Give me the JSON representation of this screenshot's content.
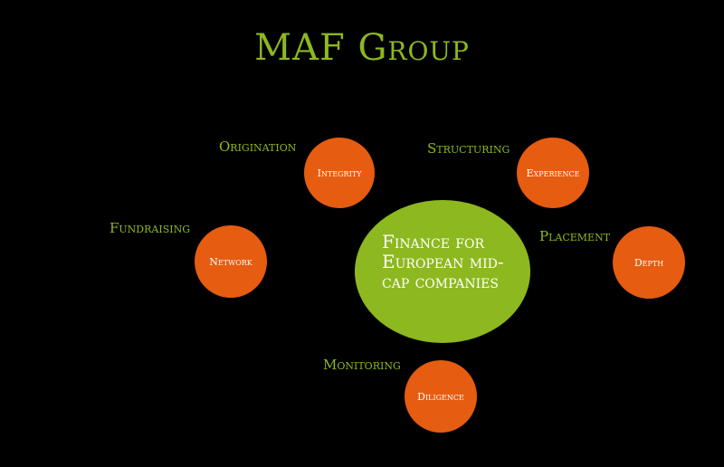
{
  "title": "MAF Group",
  "center": {
    "text": "Finance for European mid-cap companies"
  },
  "nodes": [
    {
      "id": "integrity",
      "circle": "Integrity",
      "label": "Origination"
    },
    {
      "id": "experience",
      "circle": "Experience",
      "label": "Structuring"
    },
    {
      "id": "network",
      "circle": "Network",
      "label": "Fundraising"
    },
    {
      "id": "depth",
      "circle": "Depth",
      "label": "Placement"
    },
    {
      "id": "diligence",
      "circle": "Diligence",
      "label": "Monitoring"
    }
  ],
  "colors": {
    "green": "#8db81f",
    "orange": "#e65c10",
    "background": "#000000",
    "text_light": "#ffffff"
  }
}
